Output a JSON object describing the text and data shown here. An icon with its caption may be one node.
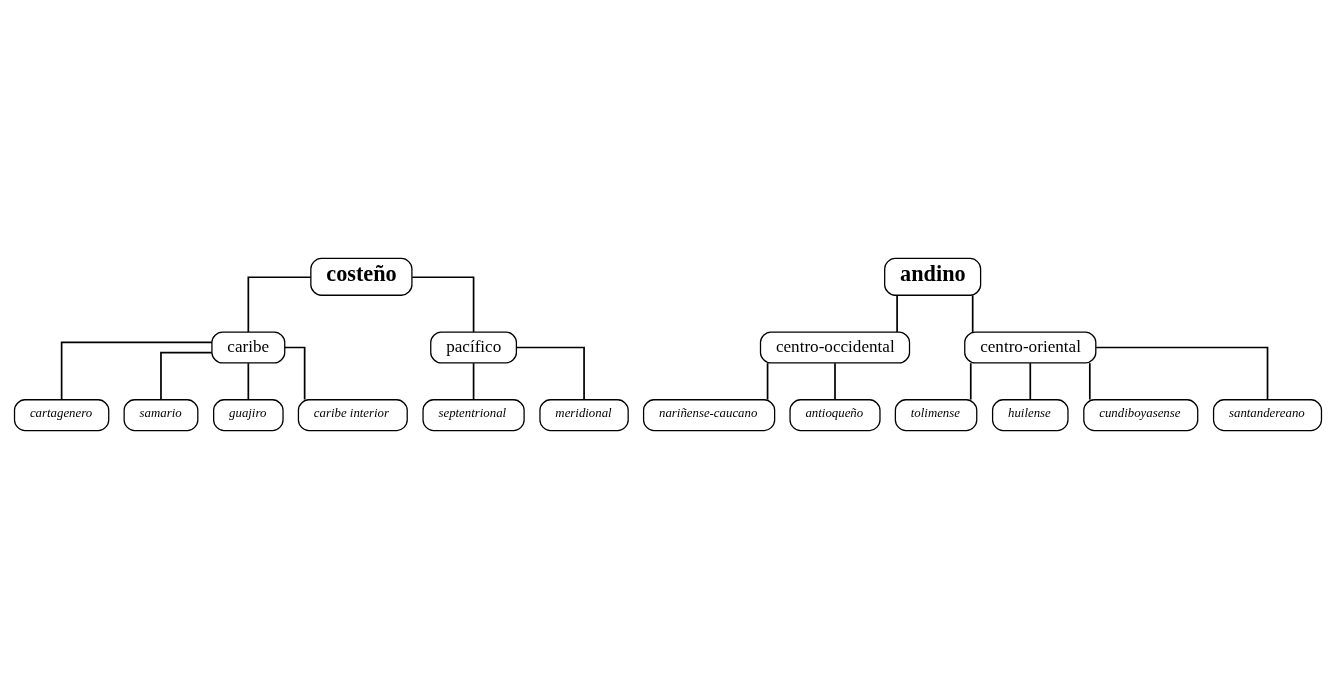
{
  "diagram": {
    "nodes": [
      {
        "text": [
          "costeño"
        ]
      },
      {
        "text": [
          "andino"
        ]
      },
      {
        "text": [
          "caribe"
        ]
      },
      {
        "text": [
          "pacífico"
        ]
      },
      {
        "text": [
          "centro-occidental"
        ]
      },
      {
        "text": [
          "centro-oriental"
        ]
      },
      {
        "text": [
          "cartagenero"
        ]
      },
      {
        "text": [
          "samario"
        ]
      },
      {
        "text": [
          "guajiro"
        ]
      },
      {
        "text": [
          "caribe interior"
        ]
      },
      {
        "text": [
          "septentrional"
        ]
      },
      {
        "text": [
          "meridional"
        ]
      },
      {
        "text": [
          "nariñense-caucano"
        ]
      },
      {
        "text": [
          "antioqueño"
        ]
      },
      {
        "text": [
          "tolimense"
        ]
      },
      {
        "text": [
          "huilense"
        ]
      },
      {
        "text": [
          "cundiboyasense"
        ]
      },
      {
        "text": [
          "santandereano"
        ]
      }
    ],
    "edges": [
      {
        "from": 0,
        "to": 2,
        "arrow": "none"
      },
      {
        "from": 0,
        "to": 3,
        "arrow": "none"
      },
      {
        "from": 1,
        "to": 4,
        "arrow": "none"
      },
      {
        "from": 1,
        "to": 5,
        "arrow": "none"
      },
      {
        "from": 2,
        "to": 6,
        "arrow": "none"
      },
      {
        "from": 2,
        "to": 7,
        "arrow": "none"
      },
      {
        "from": 2,
        "to": 8,
        "arrow": "none"
      },
      {
        "from": 2,
        "to": 9,
        "arrow": "none"
      },
      {
        "from": 3,
        "to": 10,
        "arrow": "none"
      },
      {
        "from": 3,
        "to": 11,
        "arrow": "none"
      },
      {
        "from": 4,
        "to": 12,
        "arrow": "none"
      },
      {
        "from": 4,
        "to": 13,
        "arrow": "none"
      },
      {
        "from": 5,
        "to": 14,
        "arrow": "none"
      },
      {
        "from": 5,
        "to": 15,
        "arrow": "none"
      },
      {
        "from": 5,
        "to": 16,
        "arrow": "none"
      },
      {
        "from": 5,
        "to": 17,
        "arrow": "none"
      }
    ]
  }
}
